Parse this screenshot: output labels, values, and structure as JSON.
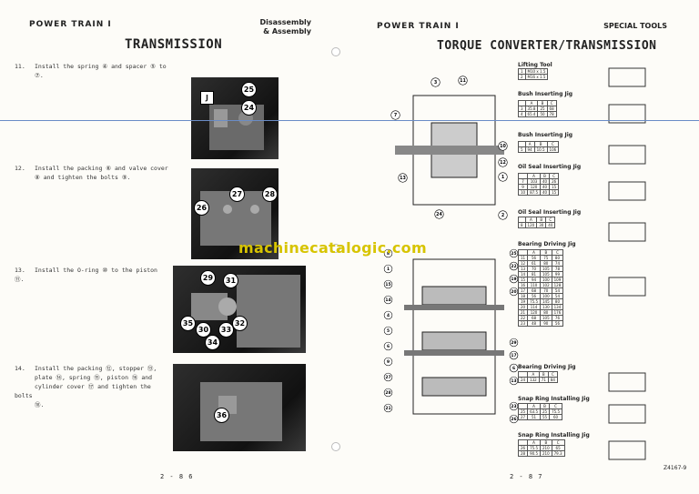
{
  "left_page": {
    "header": "POWER TRAIN I",
    "section_line1": "Disassembly",
    "section_line2": "& Assembly",
    "title": "TRANSMISSION",
    "steps": [
      {
        "num": "11.",
        "lines": [
          "Install the spring ④ and spacer ⑤ to",
          "⑦."
        ]
      },
      {
        "num": "12.",
        "lines": [
          "Install the packing ⑥ and valve cover",
          "⑧ and tighten the bolts ⑨."
        ]
      },
      {
        "num": "13.",
        "lines": [
          "Install the O-ring ⑩ to the piston ⑪."
        ]
      },
      {
        "num": "14.",
        "lines": [
          "Install the packing ⑫, stopper ⑬,",
          "plate ⑭, spring ⑮, piston ⑯ and",
          "cylinder cover ⑰ and tighten the bolts",
          "⑱."
        ]
      }
    ],
    "photo1_callouts": [
      "J",
      "25",
      "24"
    ],
    "photo2_callouts": [
      "27",
      "28",
      "26"
    ],
    "photo3_callouts": [
      "29",
      "31",
      "35",
      "30",
      "33",
      "34",
      "32"
    ],
    "photo4_callouts": [
      "36"
    ],
    "page_number": "2 - 8 6"
  },
  "right_page": {
    "header": "POWER TRAIN I",
    "section": "SPECIAL TOOLS",
    "title": "TORQUE CONVERTER/TRANSMISSION",
    "drawing1_callouts": [
      "3",
      "11",
      "7",
      "13",
      "24",
      "10",
      "12",
      "1",
      "2"
    ],
    "drawing2_callouts": [
      "8",
      "18",
      "17",
      "20",
      "14",
      "1",
      "15",
      "4",
      "16",
      "13",
      "5",
      "6",
      "23",
      "26",
      "25",
      "22",
      "19",
      "9",
      "27",
      "28",
      "21",
      "29",
      "17",
      "6",
      "13"
    ],
    "tools": [
      {
        "title": "Lifting Tool",
        "rows": [
          [
            "1",
            "M10 x 1.5"
          ],
          [
            "2",
            "M16 x 1.5"
          ]
        ]
      },
      {
        "title": "Bush Inserting Jig",
        "head": [
          "",
          "A",
          "B",
          "C"
        ],
        "rows": [
          [
            "3",
            "35.8",
            "25",
            "68"
          ],
          [
            "4",
            "65.4",
            "50",
            "78"
          ]
        ]
      },
      {
        "title": "Bush Inserting Jig",
        "head": [
          "",
          "A",
          "B",
          "C"
        ],
        "rows": [
          [
            "5",
            "94",
            "10.5",
            "106"
          ]
        ]
      },
      {
        "title": "Oil Seal Inserting Jig",
        "head": [
          "",
          "A",
          "B",
          "C"
        ],
        "rows": [
          [
            "7",
            "103",
            "40",
            "26"
          ],
          [
            "9",
            "120",
            "40",
            "15"
          ],
          [
            "10",
            "87.5",
            "40",
            "15"
          ]
        ]
      },
      {
        "title": "Oil Seal Inserting Jig",
        "head": [
          "",
          "A",
          "B",
          "C"
        ],
        "rows": [
          [
            "8",
            "120",
            "30",
            "40"
          ]
        ]
      },
      {
        "title": "Bearing Driving Jig",
        "head": [
          "",
          "A",
          "B",
          "C"
        ],
        "rows": [
          [
            "11",
            "56",
            "75",
            "80"
          ],
          [
            "12",
            "61",
            "80",
            "74"
          ],
          [
            "13",
            "70",
            "105",
            "78"
          ],
          [
            "14",
            "81",
            "105",
            "99"
          ],
          [
            "15",
            "94",
            "100",
            "109"
          ],
          [
            "16",
            "110",
            "102",
            "128"
          ],
          [
            "17",
            "68",
            "70",
            "54"
          ],
          [
            "18",
            "56",
            "100",
            "54"
          ],
          [
            "19",
            "75.5",
            "145",
            "80"
          ],
          [
            "20",
            "114",
            "130",
            "134"
          ],
          [
            "21",
            "120",
            "80",
            "176"
          ],
          [
            "22",
            "68",
            "105",
            "76"
          ],
          [
            "23",
            "48",
            "90",
            "56"
          ]
        ]
      },
      {
        "title": "Bearing Driving Jig",
        "head": [
          "",
          "A",
          "B",
          "C"
        ],
        "rows": [
          [
            "24",
            "132",
            "71",
            "84"
          ]
        ]
      },
      {
        "title": "Snap Ring Installing Jig",
        "head": [
          "",
          "A",
          "B",
          "C"
        ],
        "rows": [
          [
            "25",
            "63.5",
            "25",
            "75.5"
          ],
          [
            "27",
            "51",
            "55",
            "60"
          ]
        ]
      },
      {
        "title": "Snap Ring Installing Jig",
        "head": [
          "",
          "A",
          "B",
          "C"
        ],
        "rows": [
          [
            "26",
            "75.5",
            "210",
            "65"
          ],
          [
            "28",
            "90.5",
            "210",
            "79.3"
          ]
        ]
      }
    ],
    "figure_id": "Z4167-9",
    "page_number": "2 - 8 7"
  },
  "watermark": "machinecatalogic.com"
}
